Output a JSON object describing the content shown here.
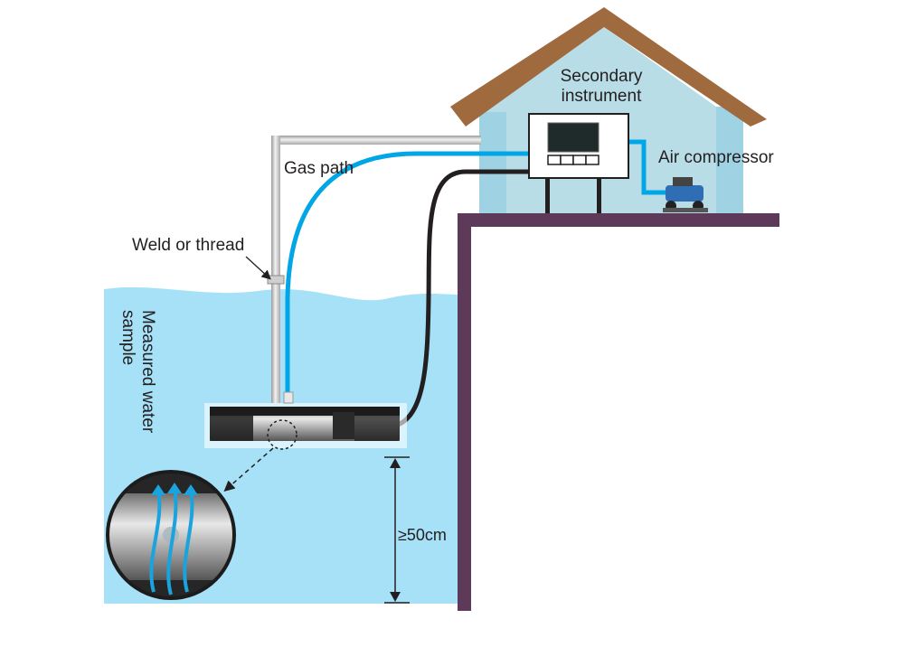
{
  "labels": {
    "secondary_instrument_line1": "Secondary",
    "secondary_instrument_line2": "instrument",
    "air_compressor": "Air compressor",
    "gas_path": "Gas path",
    "weld_or_thread": "Weld or thread",
    "measured_water_line1": "Measured water",
    "measured_water_line2": "sample",
    "depth": "≥50cm"
  },
  "colors": {
    "water": "#a6e1f7",
    "house_wall": "#b9dde6",
    "roof": "#a06a3f",
    "ground": "#5d3a59",
    "gas_tube": "#00a6e6",
    "signal_cable": "#231f20",
    "pipe": "#c9c9c9",
    "flow_arrow": "#1aa3dc"
  },
  "icons": [
    "secondary-instrument-icon",
    "air-compressor-icon",
    "sensor-probe-icon",
    "flow-arrows-icon",
    "depth-arrow-icon"
  ]
}
